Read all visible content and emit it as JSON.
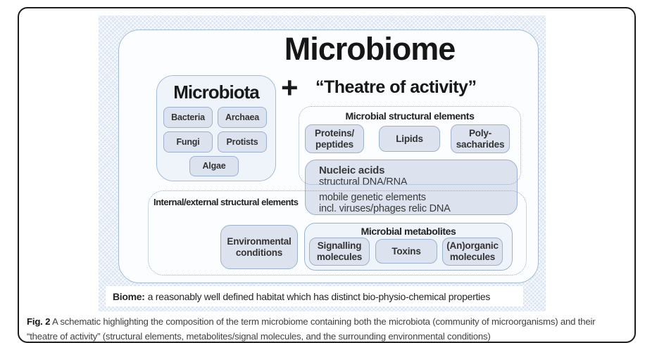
{
  "figure": {
    "title": "Microbiome",
    "plus_sign": "+",
    "theatre_label": "“Theatre of activity”",
    "microbiota": {
      "title": "Microbiota",
      "members": [
        "Bacteria",
        "Archaea",
        "Fungi",
        "Protists",
        "Algae"
      ]
    },
    "structural": {
      "label": "Microbial structural elements",
      "items": [
        "Proteins/\npeptides",
        "Lipids",
        "Poly-\nsacharides"
      ]
    },
    "nucleic": {
      "title": "Nucleic acids",
      "subtitle": "structural DNA/RNA",
      "mobile_line1": "mobile genetic elements",
      "mobile_line2": "incl. viruses/phages relic DNA"
    },
    "internal_external_label": "Internal/external structural elements",
    "environment_box": "Environmental\nconditions",
    "metabolites": {
      "label": "Microbial metabolites",
      "items": [
        "Signalling\nmolecules",
        "Toxins",
        "(An)organic\nmolecules"
      ]
    },
    "biome": {
      "term": "Biome:",
      "definition": "a reasonably well defined habitat which has distinct bio-physio-chemical properties"
    }
  },
  "caption": {
    "label": "Fig. 2",
    "text": " A schematic highlighting the composition of the term microbiome containing both the microbiota (community of microorganisms) and their “theatre of activity” (structural elements, metabolites/signal molecules, and the surrounding environmental conditions)"
  },
  "colors": {
    "pattern_background": "#dce6f2",
    "panel_fill": "#fcfdff",
    "box_fill": "#dce2ee",
    "container_fill": "#eff4fa",
    "border_blue": "#a3bcd9",
    "box_border": "#9db1cf",
    "dotted_border": "#8fadd1",
    "frame_black": "#1c1c1c"
  }
}
